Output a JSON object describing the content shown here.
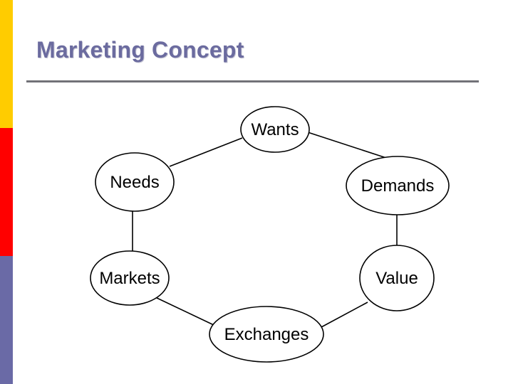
{
  "title": "Marketing Concept",
  "colors": {
    "stripe_top": "#ffcc00",
    "stripe_middle": "#ff0000",
    "stripe_bottom": "#6a6aa6",
    "title": "#6b6b9f",
    "rule": "#727278"
  },
  "diagram": {
    "nodes": [
      {
        "id": "wants",
        "label": "Wants"
      },
      {
        "id": "demands",
        "label": "Demands"
      },
      {
        "id": "value",
        "label": "Value"
      },
      {
        "id": "exchanges",
        "label": "Exchanges"
      },
      {
        "id": "markets",
        "label": "Markets"
      },
      {
        "id": "needs",
        "label": "Needs"
      }
    ],
    "edges": [
      {
        "from": "needs",
        "to": "wants"
      },
      {
        "from": "wants",
        "to": "demands"
      },
      {
        "from": "demands",
        "to": "value"
      },
      {
        "from": "value",
        "to": "exchanges"
      },
      {
        "from": "exchanges",
        "to": "markets"
      },
      {
        "from": "markets",
        "to": "needs"
      }
    ]
  }
}
